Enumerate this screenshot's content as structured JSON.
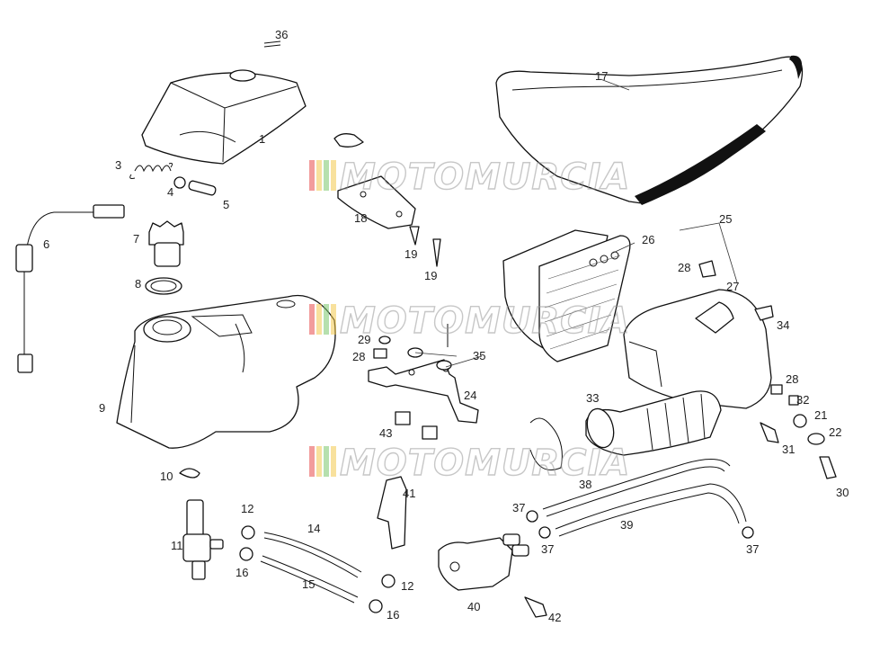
{
  "callouts": {
    "n1": "1",
    "n3": "3",
    "n4": "4",
    "n5": "5",
    "n6": "6",
    "n7": "7",
    "n8": "8",
    "n9": "9",
    "n10": "10",
    "n11": "11",
    "n12a": "12",
    "n12b": "12",
    "n14": "14",
    "n15": "15",
    "n16a": "16",
    "n16b": "16",
    "n17": "17",
    "n18": "18",
    "n19a": "19",
    "n19b": "19",
    "n21": "21",
    "n22": "22",
    "n24": "24",
    "n25": "25",
    "n26": "26",
    "n27": "27",
    "n28a": "28",
    "n28b": "28",
    "n28c": "28",
    "n29": "29",
    "n30": "30",
    "n31": "31",
    "n32": "32",
    "n33": "33",
    "n34": "34",
    "n35": "35",
    "n36": "36",
    "n37a": "37",
    "n37b": "37",
    "n37c": "37",
    "n38": "38",
    "n39": "39",
    "n40": "40",
    "n41": "41",
    "n42": "42",
    "n43": "43"
  },
  "watermark": {
    "text": "MOTOMURCIA",
    "stripe_colors": [
      "#e84a4a",
      "#f2c94c",
      "#7ac76b",
      "#f2c94c",
      "#e84a4a"
    ]
  }
}
